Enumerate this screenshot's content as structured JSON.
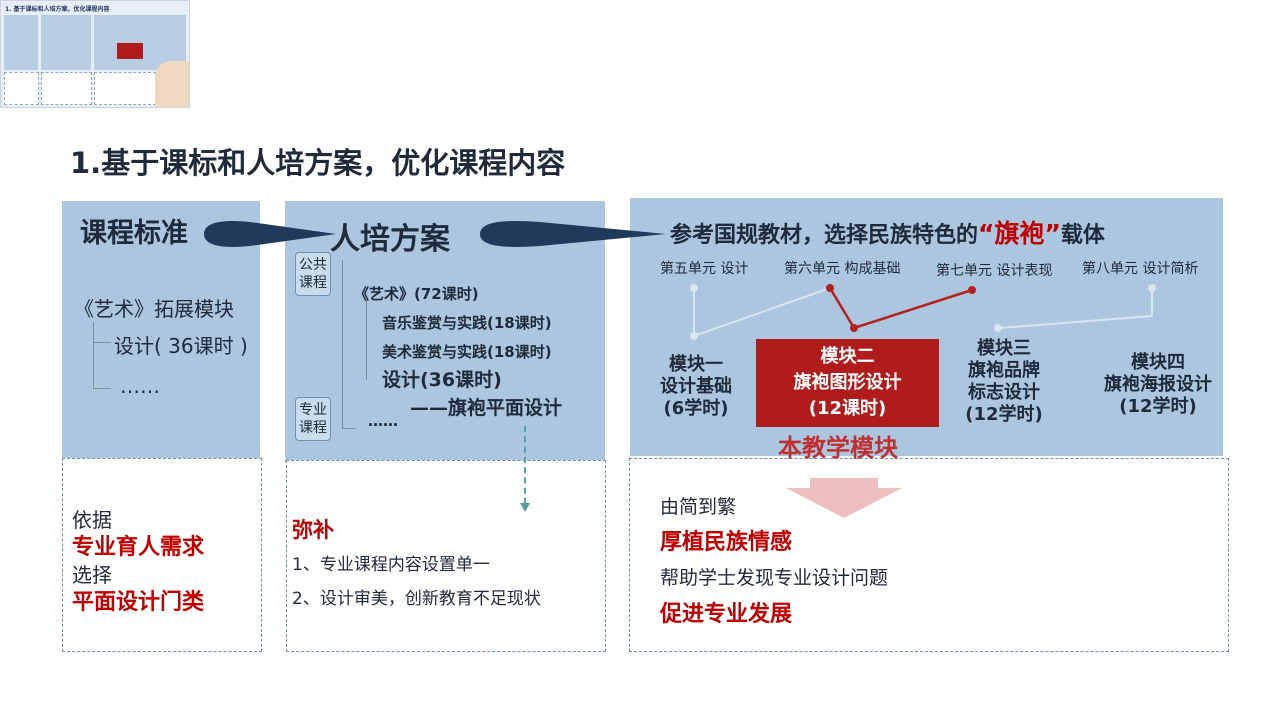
{
  "thumbnail": {
    "title": "1. 基于课标和人培方案，优化课程内容"
  },
  "page_title": "1.基于课标和人培方案，优化课程内容",
  "col1": {
    "title": "课程标准",
    "module": "《艺术》拓展模块",
    "item1": "设计( 36课时 )",
    "item2": "……",
    "card": {
      "l1": "依据",
      "l2": "专业育人需求",
      "l3": "选择",
      "l4": "平面设计门类"
    }
  },
  "col2": {
    "title": "人培方案",
    "tag_public": "公共课程",
    "tag_major": "专业课程",
    "art": "《艺术》(72课时)",
    "music": "音乐鉴赏与实践(18课时)",
    "fine_art": "美术鉴赏与实践(18课时)",
    "design": "设计(36课时)",
    "qipao": "——旗袍平面设计",
    "more": "……",
    "card": {
      "title": "弥补",
      "l1": "1、专业课程内容设置单一",
      "l2": "2、设计审美，创新教育不足现状"
    }
  },
  "col3": {
    "title_pre": "参考国规教材，选择民族特色的",
    "title_hl": "“旗袍”",
    "title_post": "载体",
    "units": [
      "第五单元 设计",
      "第六单元 构成基础",
      "第七单元 设计表现",
      "第八单元 设计简析"
    ],
    "modules": [
      {
        "l1": "模块一",
        "l2": "设计基础",
        "l3": "(6学时)"
      },
      {
        "l1": "模块二",
        "l2": "旗袍图形设计",
        "l3": "(12课时)"
      },
      {
        "l1": "模块三",
        "l2": "旗袍品牌",
        "l3": "标志设计",
        "l4": "(12学时)"
      },
      {
        "l1": "模块四",
        "l2": "旗袍海报设计",
        "l3": "(12学时)"
      }
    ],
    "this_module": "本教学模块",
    "card": {
      "l1": "由简到繁",
      "l2": "厚植民族情感",
      "l3": "帮助学士发现专业设计问题",
      "l4": "促进专业发展"
    }
  },
  "colors": {
    "panel": "#abc6de",
    "accent_red": "#c00000",
    "highlight_box": "#b01c1c",
    "title_navy": "#1f2a3a"
  }
}
